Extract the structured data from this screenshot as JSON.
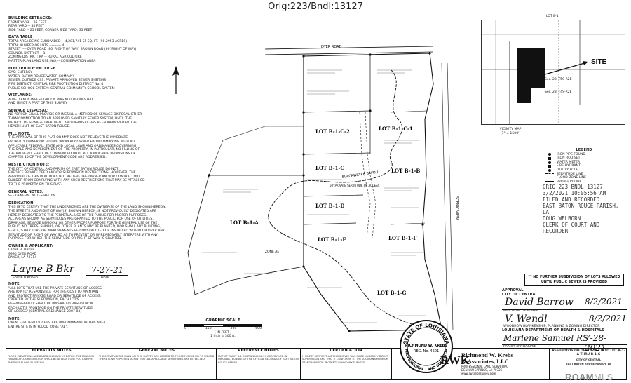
{
  "header": {
    "title": "Orig:223/Bndl:13127"
  },
  "notes": {
    "building_setbacks": {
      "heading": "BUILDING SETBACKS:",
      "lines": [
        "FRONT YARD -- 35 FEET",
        "REAR YARD -- 35 FEET",
        "SIDE YARD -- 25 FEET, CORNER SIDE YARD: 35 FEET"
      ]
    },
    "data_table": {
      "heading": "DATA TABLE",
      "lines": [
        "TOTAL AREA BEING SUBDIVIDED -- 4,281,741 SF SQ. FT. (98.2953 ACRES)",
        "TOTAL NUMBER OF LOTS ---------- 4",
        "STREET ---- DYER ROAD (80' RIGHT OF WAY) BROWN ROAD (60' RIGHT OF WAY)",
        "COUNCIL DISTRICT -- 1",
        "ZONING DISTRICT: RA -- RURAL AGRICULTURE",
        "MASTER PLAN LAND USE: N/A -- CONSERVATION AREA"
      ]
    },
    "utilities": {
      "heading": "ELECTRICITY: ENTERGY",
      "lines": [
        "GAS: ENTERGY",
        "WATER: BATON ROUGE WATER COMPANY",
        "SEWER: OUTSIDE CSS, PRIVATE APPROVED SEWER SYSTEMS",
        "FIRE DISTRICT: CENTRAL FIRE PROTECTION DISTRICT No. 4",
        "PUBLIC SCHOOL SYSTEM: CENTRAL COMMUNITY SCHOOL SYSTEM"
      ]
    },
    "wetlands": {
      "heading": "WETLANDS:",
      "lines": [
        "A WETLANDS INVESTIGATION WAS NOT REQUESTED",
        "AND IS NOT A PART OF THIS SURVEY"
      ]
    },
    "sewage": {
      "heading": "SEWAGE DISPOSAL:",
      "lines": [
        "NO PERSON SHALL PROVIDE OR INSTALL A METHOD OF SEWAGE DISPOSAL OTHER",
        "THAN CONNECTION TO AN APPROVED SANITARY SEWER SYSTEM, UNTIL THE",
        "METHOD OF SEWAGE TREATMENT AND DISPOSAL HAS BEEN APPROVED BY THE",
        "HEALTH UNIT OF EAST BATON ROUGE."
      ]
    },
    "fill": {
      "heading": "FILL NOTE:",
      "lines": [
        "THE APPROVAL OF THIS PLAT OR MAP DOES NOT RELIEVE THE IMMEDIATE",
        "PROPERTY OWNER OR FUTURE PROPERTY OWNER FROM COMPLYING WITH ALL",
        "APPLICABLE FEDERAL, STATE AND LOCAL LAWS AND ORDINANCES GOVERNING",
        "THE SALE AND DEVELOPMENT OF THE PROPERTY, IN PARTICULAR, NO FILLING OF",
        "THE PROPERTY SHALL BE COMMENCED UNTIL ALL APPLICABLE PROVISIONS OF",
        "CHAPTER 15 OF THE DEVELOPMENT CODE ARE ADDRESSED."
      ]
    },
    "restriction": {
      "heading": "RESTRICTION NOTE:",
      "lines": [
        "THE CITY OF CENTRAL AND PARISH OF EAST BATON ROUGE DO NOT",
        "ENFORCE PRIVATE DEED AND/OR SUBDIVISION RESTRICTIONS. HOWEVER, THE",
        "APPROVAL OF THIS PLAT DOES NOT RELIEVE THE OWNER AND/OR CONTRACTOR/",
        "BUILDER FROM COMPLYING WITH ANY SUCH RESTRICTIONS THAT MAY BE ATTACHED",
        "TO THE PROPERTY ON THIS PLAT."
      ]
    },
    "general": {
      "heading": "GENERAL NOTES:",
      "lines": [
        "SEE GENERAL NOTES BELOW"
      ]
    },
    "dedication": {
      "heading": "DEDICATION:",
      "lines": [
        "THIS IS TO CERTIFY THAT THE UNDERSIGNED ARE THE OWNER(S) OF THE LAND SHOWN HEREON.",
        "THE STREETS AND RIGHT OF WAY(S) SHOWN HEREON, IF NOT PREVIOUSLY DEDICATED ARE",
        "HEREBY DEDICATED TO THE PERPETUAL USE OF THE PUBLIC FOR PROPER PURPOSES.",
        "ALL AREAS SHOWN AS SERVITUDES ARE GRANTED TO THE PUBLIC FOR USE OF UTILITIES,",
        "DRAINAGE, SEWAGE REMOVAL OR OTHER PROPER PURPOSE FOR THE GENERAL USE OF THE",
        "PUBLIC. NO TREES, SHRUBS, OR OTHER PLANTS MAY BE PLANTED, NOR SHALL ANY BUILDING,",
        "FENCE, STRUCTURE OR IMPROVEMENTS BE CONSTRUCTED OR INSTALLED WITHIN OR OVER ANY",
        "SERVITUDE OR RIGHT OF WAY SO AS TO PREVENT OR UNREASONABLY INTERFERE WITH ANY",
        "PURPOSE FOR WHICH THE SERVITUDE OR RIGHT OF WAY IS GRANTED."
      ]
    },
    "owner": {
      "heading": "OWNER & APPLICANT:",
      "lines": [
        "LAYNE B. BAKER",
        "9990 DYER ROAD",
        "BAKER, LA 70714"
      ]
    },
    "owner_signature": {
      "sig": "Layne B Bkr",
      "name": "LAYNE B BAKER",
      "date": "7-27-21",
      "date_label": "DATE"
    },
    "note": {
      "heading": "NOTE:",
      "lines": [
        "\"ALL LOTS THAT USE THE PRIVATE SERVITUDE OF ACCESS",
        "ARE JOINTLY RESPONSIBLE FOR THE COST TO MAINTAIN",
        "AND PROTECT PRIVATE ROAD OR SERVITUDE OF ACCESS.",
        "CREATED BY THE SUBDIVISION, EACH LOT'S",
        "RESPONSIBILITY SHALL BE PRO-RATED BASED UPON",
        "EACH LOT'S FRONTAGE ON THE PRIVATE SERVITUDE",
        "OF ACCESS\" (CENTRAL ORDINANCE 2007-03)"
      ]
    },
    "note2": {
      "heading": "NOTE:",
      "lines": [
        "OPEN, EFFLUENT DITCHES ARE PREDOMINANT IN THIS AREA.",
        "ENTIRE SITE IS IN FLOOD ZONE \"AE\"."
      ]
    }
  },
  "plat": {
    "road_top": "DYER ROAD",
    "road_right": "SCENIC VIEW",
    "lots": [
      "LOT B-1-C-1",
      "LOT B-1-C-2",
      "LOT B-1-C",
      "LOT B-1-D",
      "LOT B-1-E",
      "LOT B-1-F",
      "LOT B-1-B",
      "LOT B-1-A",
      "LOT B-1-G"
    ],
    "servitude": "50' PRIVATE SERVITUDE OF ACCESS",
    "scale_label": "GRAPHIC SCALE",
    "scale_unit": "( IN FEET )",
    "scale_ticks": [
      "0",
      "150",
      "300",
      "600"
    ],
    "scale_ratio": "1 inch = 300 ft.",
    "bayou": "BLACKWATER BAYOU",
    "flood": "ZONE AE"
  },
  "vicinity": {
    "header": "LOT B-1",
    "site": "SITE",
    "sec_a": "Sec. 23, T5S-R2E",
    "sec_b": "Sec. 23, T4S-R2E",
    "title": "VICINITY MAP",
    "scale": "(1\" = 1500')"
  },
  "legend": {
    "title": "LEGEND",
    "items": [
      "IRON PIPE FOUND",
      "IRON ROD SET",
      "WATER METER",
      "FIRE HYDRANT",
      "UTILITY POLE",
      "SERVITUDE LINE",
      "FLOOD ZONE LINE",
      "PROPERTY LINE"
    ]
  },
  "recording_stamp": {
    "lines": [
      "ORIG 223 BNDL 13127",
      "3/2/2021 10:05:56 AM",
      "FILED AND RECORDED",
      "EAST BATON ROUGE PARISH, LA",
      "DOUG WELBORN",
      "CLERK OF COURT AND RECORDER"
    ]
  },
  "warning": {
    "line1": "** NO FURTHER SUBDIVISION OF LOTS ALLOWED",
    "line2": "UNTIL PUBLIC SEWER IS PROVIDED"
  },
  "approvals": {
    "heading": "APPROVAL:",
    "city_heading": "CITY OF CENTRAL",
    "mayor_sig": "David Barrow",
    "mayor_date": "8/2/2021",
    "mayor_label": "MAYOR OR DESIGNEE",
    "planning_sig": "V. Wendl",
    "planning_date": "8/2/2021",
    "planning_label": "WOODROW BLANKENSHIP, PLANNING & ZONING DIRECTOR",
    "health_heading": "LOUISIANA DEPARTMENT OF HEALTH & HOSPITALS",
    "sanitarian_sig": "Marlene Samuel RS",
    "sanitarian_date": "7-28-2021",
    "sanitarian_label": "PARISH SANITARIAN"
  },
  "titleblock": {
    "elevation": {
      "h": "ELEVATION NOTES",
      "b": "FLOOD ELEVATIONS ARE BASED ON NGVD 29 DATUM. THE MINIMUM FINISHED FLOOR ELEVATION SHALL BE AT LEAST ONE FOOT ABOVE THE BASE FLOOD ELEVATION."
    },
    "general": {
      "h": "GENERAL NOTES",
      "b": "THE SERVITUDES SHOWN ON THIS SURVEY ARE LIMITED TO THOSE FURNISHED TO US AND THERE IS NO REPRESENTATION THAT ALL APPLICABLE SERVITUDES ARE REFLECTED."
    },
    "reference": {
      "h": "REFERENCE NOTES",
      "b": "MAP OF TRACT B-1 CONTAINING 98.29 ACRES FILED IN ORIGINAL, BUNDLE OF THE OFFICIAL RECORDS OF EAST BATON ROUGE PARISH."
    },
    "certification": {
      "h": "CERTIFICATION",
      "b": "I HEREBY CERTIFY THAT THIS SURVEY WAS MADE UNDER MY DIRECT SUPERVISION AND THAT IT CONFORMS TO THE LOUISIANA MINIMUM STANDARDS FOR PROPERTY BOUNDARY SURVEYS."
    }
  },
  "seal": {
    "state": "STATE OF LOUISIANA",
    "name": "RICHMOND W. KREBS",
    "reg": "REG. No. 4601",
    "profession": "PROFESSIONAL LAND SURVEYOR"
  },
  "firm": {
    "logo": "RWK",
    "name1": "Richmond W. Krebs",
    "name2": "& Associates, LLC",
    "sub1": "PROFESSIONAL LAND SURVEYING",
    "sub2": "DENHAM SPRINGS, LA 70726",
    "sub3": "www.rwkrebssurvey.com"
  },
  "subdivision": {
    "title": "RESUBDIVISION OF LOT B-1 INTO LOT B-1-A THRU B-1-G",
    "lines": [
      "CITY OF CENTRAL",
      "EAST BATON ROUGE PARISH, LA"
    ]
  },
  "watermark": {
    "brand": "ROAM",
    "suffix": "MLS"
  }
}
